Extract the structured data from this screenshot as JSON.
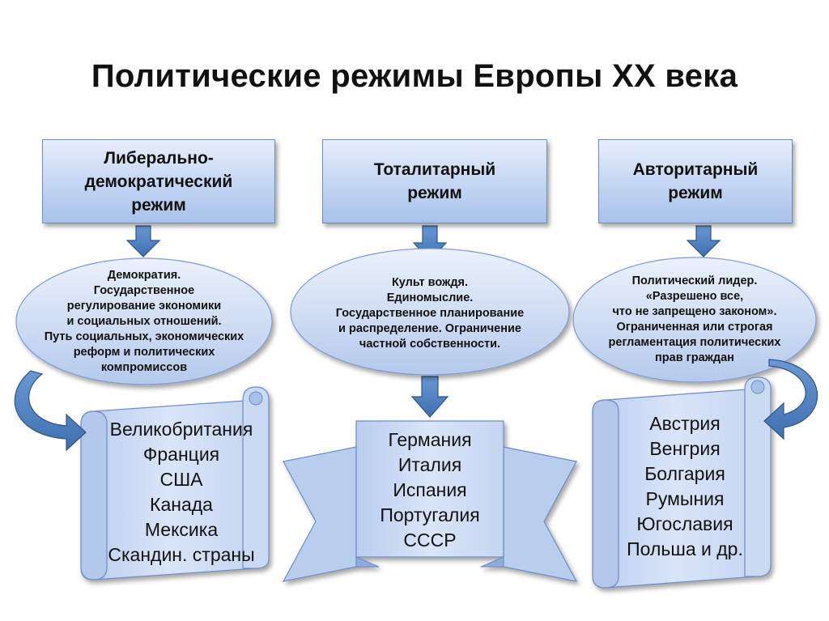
{
  "title": "Политические режимы  Европы XX века",
  "regimes": [
    {
      "name": "Либерально-\nдемократический\nрежим",
      "features": "Демократия.\nГосударственное\nрегулирование экономики\nи социальных отношений.\nПуть социальных, экономических\nреформ и политических\nкомпромиссов",
      "countries": "Великобритания\nФранция\nСША\nКанада\nМексика\nСкандин. страны"
    },
    {
      "name": "Тоталитарный\nрежим",
      "features": "Культ вождя.\nЕдиномыслие.\nГосударственное планирование\nи распределение. Ограничение\nчастной собственности.",
      "countries": "Германия\nИталия\nИспания\nПортугалия\nСССР"
    },
    {
      "name": "Авторитарный\nрежим",
      "features": "Политический лидер.\n«Разрешено все,\nчто не запрещено законом».\nОграниченная или строгая\nрегламентация политических\nправ граждан",
      "countries": "Австрия\nВенгрия\nБолгария\nРумыния\nЮгославия\nПольша и др."
    }
  ],
  "colors": {
    "box_fill": "#c3d5f2",
    "box_border": "#6d8cc2",
    "ellipse_fill": "#c9d8f1",
    "scroll_fill": "#c9d8f1",
    "arrow_fill": "#4f7fc1",
    "arrow_border": "#2f5688"
  }
}
